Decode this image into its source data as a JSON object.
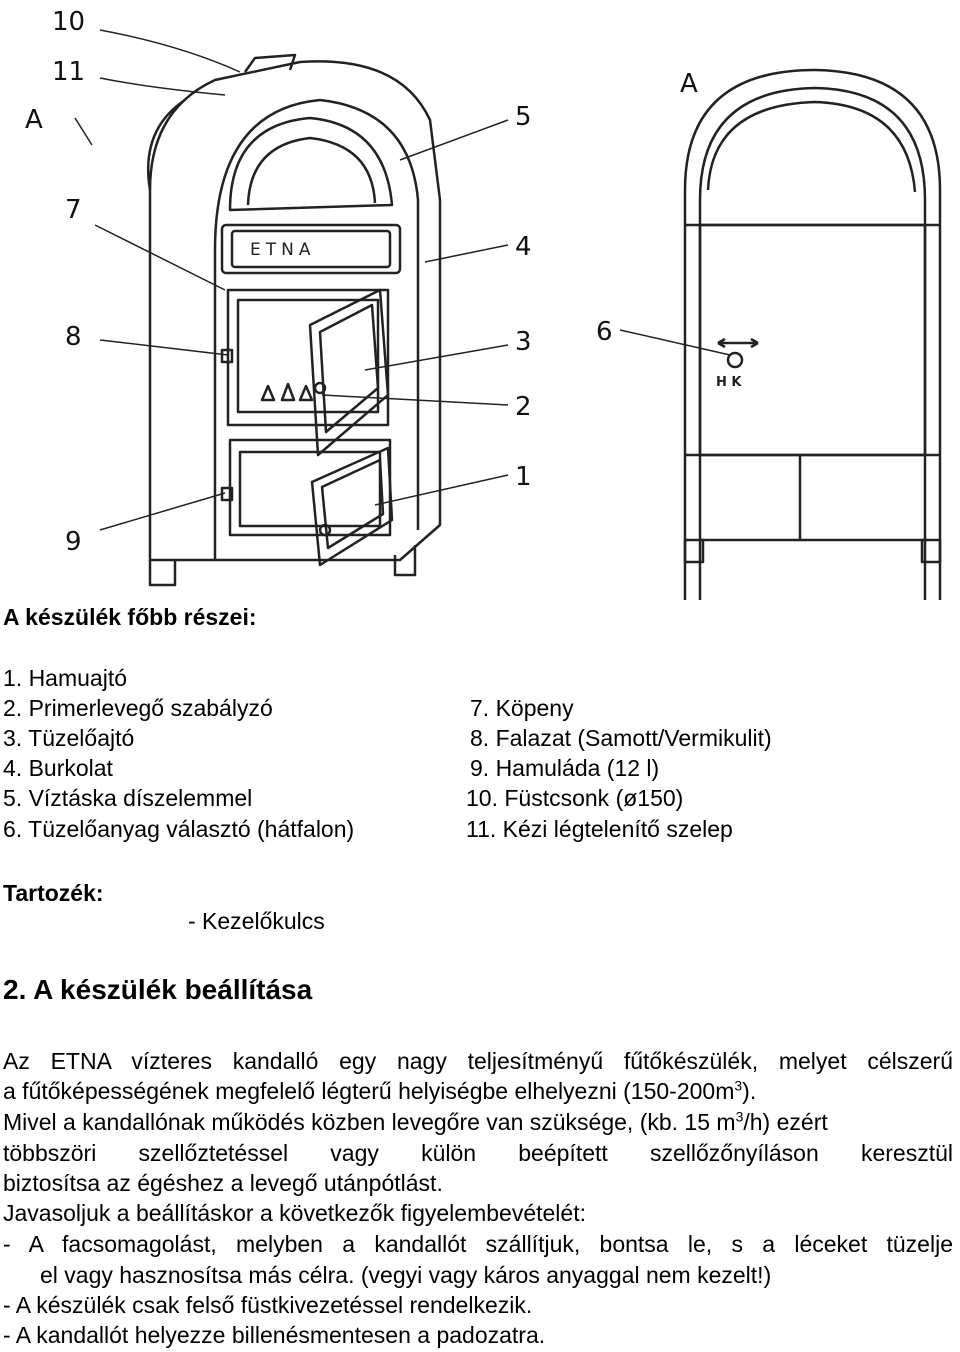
{
  "figure": {
    "left_labels": [
      "10",
      "11",
      "A",
      "7",
      "8",
      "9"
    ],
    "mid_labels": [
      "5",
      "4",
      "3",
      "2",
      "1"
    ],
    "right_title": "A",
    "right_callout": "6",
    "stove_brand": "ETNA",
    "hk_label": "H K"
  },
  "parts": {
    "heading": "A készülék főbb részei:",
    "left_items": [
      "1. Hamuajtó",
      "2. Primerlevegő szabályzó",
      "3. Tüzelőajtó",
      "4. Burkolat",
      "5. Víztáska díszelemmel",
      "6. Tüzelőanyag választó (hátfalon)"
    ],
    "right_items": [
      "7. Köpeny",
      "8. Falazat (Samott/Vermikulit)",
      "9. Hamuláda (12 l)",
      "10. Füstcsonk (ø150)",
      "11. Kézi légtelenítő szelep"
    ]
  },
  "accessory": {
    "heading": "Tartozék:",
    "item": "-   Kezelőkulcs"
  },
  "section2": {
    "heading": "2. A készülék beállítása",
    "p1_l1": "Az ETNA vízteres kandalló egy nagy teljesítményű fűtőkészülék, melyet célszerű",
    "p1_l2a": "a fűtőképességének megfelelő légterű helyiségbe elhelyezni (150-200m",
    "p1_l2_sup": "3",
    "p1_l2b": ").",
    "p1_l3a": "Mivel a kandallónak működés közben levegőre van szüksége, (kb. 15 m",
    "p1_l3_sup": "3",
    "p1_l3b": "/h) ezért",
    "p1_l4": "többszöri szellőztetéssel vagy külön beépített szellőzőnyíláson keresztül",
    "p1_l5": "biztosítsa az égéshez a levegő utánpótlást.",
    "p2": "Javasoljuk a beállításkor a következők figyelembevételét:",
    "b1_l1": "-   A facsomagolást, melyben a kandallót szállítjuk, bontsa le, s a léceket tüzelje",
    "b1_l2": "el vagy hasznosítsa más célra. (vegyi vagy káros anyaggal nem kezelt!)",
    "b2": "-   A készülék csak felső füstkivezetéssel rendelkezik.",
    "b3": "-   A kandallót helyezze billenésmentesen a padozatra."
  }
}
